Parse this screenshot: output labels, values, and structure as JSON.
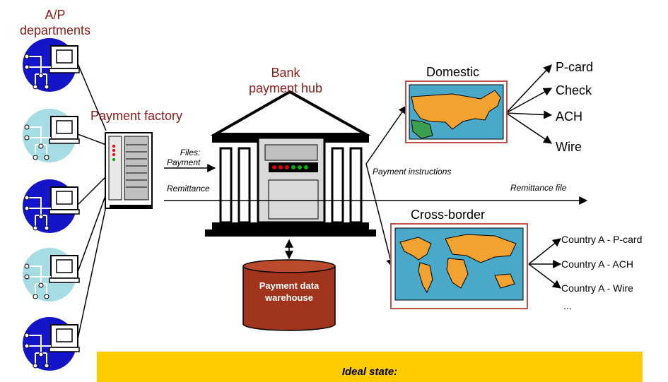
{
  "labels": {
    "ap_departments": "A/P\ndepartments",
    "payment_factory": "Payment factory",
    "bank_payment_hub": "Bank\npayment hub",
    "files_payment": "Files:\nPayment",
    "remittance": "Remittance",
    "payment_instructions": "Payment instructions",
    "remittance_file": "Remittance file",
    "domestic": "Domestic",
    "cross_border": "Cross-border",
    "warehouse": "Payment data\nwarehouse",
    "ideal_state": "Ideal state:"
  },
  "domestic_methods": [
    "P-card",
    "Check",
    "ACH",
    "Wire"
  ],
  "cross_border_methods": [
    "Country A - P-card",
    "Country A - ACH",
    "Country A - Wire",
    "..."
  ],
  "computers": [
    {
      "icon": "computer-icon",
      "circle_color": "#1414c8"
    },
    {
      "icon": "computer-icon",
      "circle_color": "#a6dce4"
    },
    {
      "icon": "computer-icon",
      "circle_color": "#1414c8"
    },
    {
      "icon": "computer-icon",
      "circle_color": "#a6dce4"
    },
    {
      "icon": "computer-icon",
      "circle_color": "#1414c8"
    }
  ],
  "colors": {
    "label_red": "#8b1a1a",
    "banner_yellow": "#ffcc00",
    "warehouse_fill": "#a0341c",
    "map_sea": "#4aa8c8",
    "map_land": "#f2a230",
    "map_frame": "#c0504d"
  }
}
